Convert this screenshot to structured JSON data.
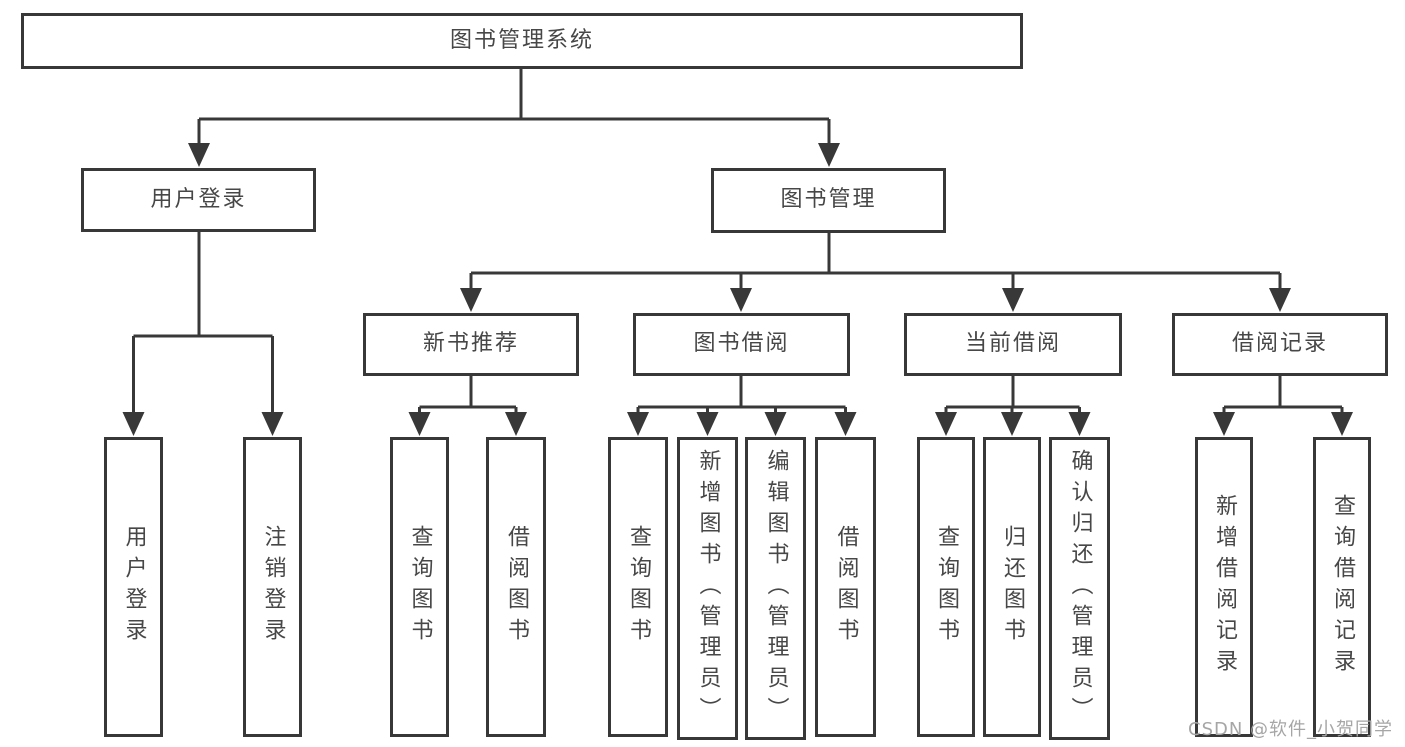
{
  "diagram": {
    "root": "图书管理系统",
    "branches": [
      {
        "label": "用户登录",
        "children": [
          "用户登录",
          "注销登录"
        ]
      },
      {
        "label": "图书管理",
        "sections": [
          {
            "label": "新书推荐",
            "children": [
              "查询图书",
              "借阅图书"
            ]
          },
          {
            "label": "图书借阅",
            "children": [
              "查询图书",
              "新增图书（管理员）",
              "编辑图书（管理员）",
              "借阅图书"
            ]
          },
          {
            "label": "当前借阅",
            "children": [
              "查询图书",
              "归还图书",
              "确认归还（管理员）"
            ]
          },
          {
            "label": "借阅记录",
            "children": [
              "新增借阅记录",
              "查询借阅记录"
            ]
          }
        ]
      }
    ]
  },
  "watermark": "CSDN @软件_小贺同学",
  "colors": {
    "line": "#383838",
    "box_border": "#383838",
    "text": "#474747",
    "watermark": "#a6a6a6",
    "background": "#ffffff"
  }
}
